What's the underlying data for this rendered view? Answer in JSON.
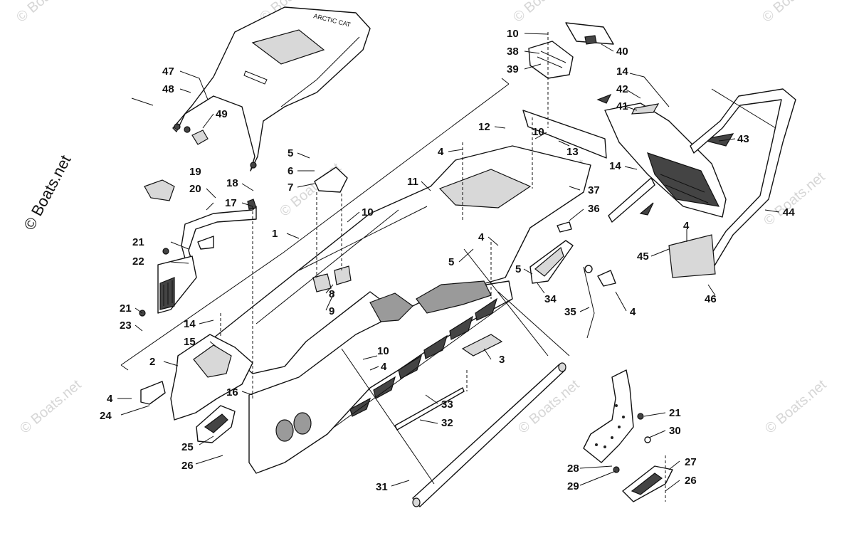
{
  "watermark": {
    "brand": "© Boats.net",
    "side": "© Boats.net"
  },
  "seat_logo": "ARCTIC CAT",
  "callouts": [
    {
      "n": "1"
    },
    {
      "n": "2"
    },
    {
      "n": "3"
    },
    {
      "n": "4"
    },
    {
      "n": "4"
    },
    {
      "n": "4"
    },
    {
      "n": "4"
    },
    {
      "n": "4"
    },
    {
      "n": "4"
    },
    {
      "n": "5"
    },
    {
      "n": "5"
    },
    {
      "n": "5"
    },
    {
      "n": "6"
    },
    {
      "n": "7"
    },
    {
      "n": "8"
    },
    {
      "n": "9"
    },
    {
      "n": "10"
    },
    {
      "n": "10"
    },
    {
      "n": "10"
    },
    {
      "n": "10"
    },
    {
      "n": "11"
    },
    {
      "n": "12"
    },
    {
      "n": "13"
    },
    {
      "n": "14"
    },
    {
      "n": "14"
    },
    {
      "n": "14"
    },
    {
      "n": "15"
    },
    {
      "n": "16"
    },
    {
      "n": "17"
    },
    {
      "n": "18"
    },
    {
      "n": "19"
    },
    {
      "n": "20"
    },
    {
      "n": "21"
    },
    {
      "n": "21"
    },
    {
      "n": "21"
    },
    {
      "n": "22"
    },
    {
      "n": "23"
    },
    {
      "n": "24"
    },
    {
      "n": "25"
    },
    {
      "n": "26"
    },
    {
      "n": "26"
    },
    {
      "n": "27"
    },
    {
      "n": "28"
    },
    {
      "n": "29"
    },
    {
      "n": "30"
    },
    {
      "n": "31"
    },
    {
      "n": "32"
    },
    {
      "n": "33"
    },
    {
      "n": "34"
    },
    {
      "n": "35"
    },
    {
      "n": "36"
    },
    {
      "n": "37"
    },
    {
      "n": "38"
    },
    {
      "n": "39"
    },
    {
      "n": "40"
    },
    {
      "n": "41"
    },
    {
      "n": "42"
    },
    {
      "n": "43"
    },
    {
      "n": "44"
    },
    {
      "n": "45"
    },
    {
      "n": "46"
    },
    {
      "n": "47"
    },
    {
      "n": "48"
    },
    {
      "n": "49"
    }
  ]
}
